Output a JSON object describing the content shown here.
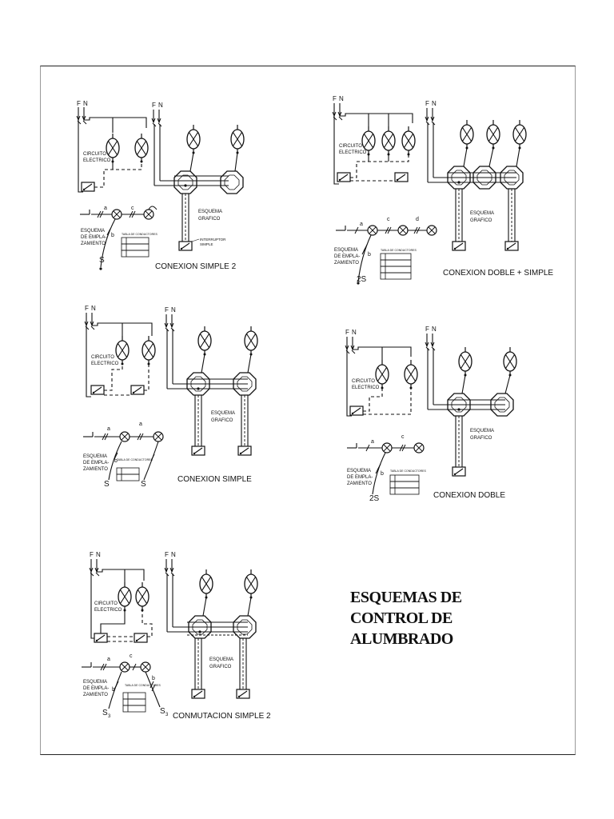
{
  "labels": {
    "phase": "F",
    "neutral": "N",
    "circuit": [
      "CIRCUITO",
      "ELECTRICO"
    ],
    "graphic": [
      "ESQUEMA",
      "GRAFICO"
    ],
    "placement": [
      "ESQUEMA",
      "DE EMPLA-",
      "ZAMIENTO"
    ],
    "table_header": "TABLA DE CONDUCTORES",
    "switch_label": [
      "INTERRUPTOR",
      "SIMPLE"
    ]
  },
  "diagrams": [
    {
      "id": "simple-2",
      "caption": "CONEXION SIMPLE 2",
      "switch_symbol": "S",
      "seg_labels": [
        "a",
        "c",
        "b"
      ]
    },
    {
      "id": "doble-simple",
      "caption": "CONEXION DOBLE + SIMPLE",
      "switch_symbol": "2S",
      "seg_labels": [
        "a",
        "c",
        "d",
        "b"
      ]
    },
    {
      "id": "simple",
      "caption": "CONEXION SIMPLE",
      "switch_symbol": "S",
      "seg_labels": [
        "a",
        "a",
        "b"
      ]
    },
    {
      "id": "doble",
      "caption": "CONEXION DOBLE",
      "switch_symbol": "2S",
      "seg_labels": [
        "a",
        "c",
        "b"
      ]
    },
    {
      "id": "conmutacion-2",
      "caption": "CONMUTACION SIMPLE 2",
      "switch_symbol": "S",
      "switch_sub": "3",
      "seg_labels": [
        "a",
        "c",
        "b",
        "b"
      ]
    }
  ],
  "title": {
    "lines": [
      "ESQUEMAS DE",
      "CONTROL DE",
      "ALUMBRADO"
    ]
  }
}
